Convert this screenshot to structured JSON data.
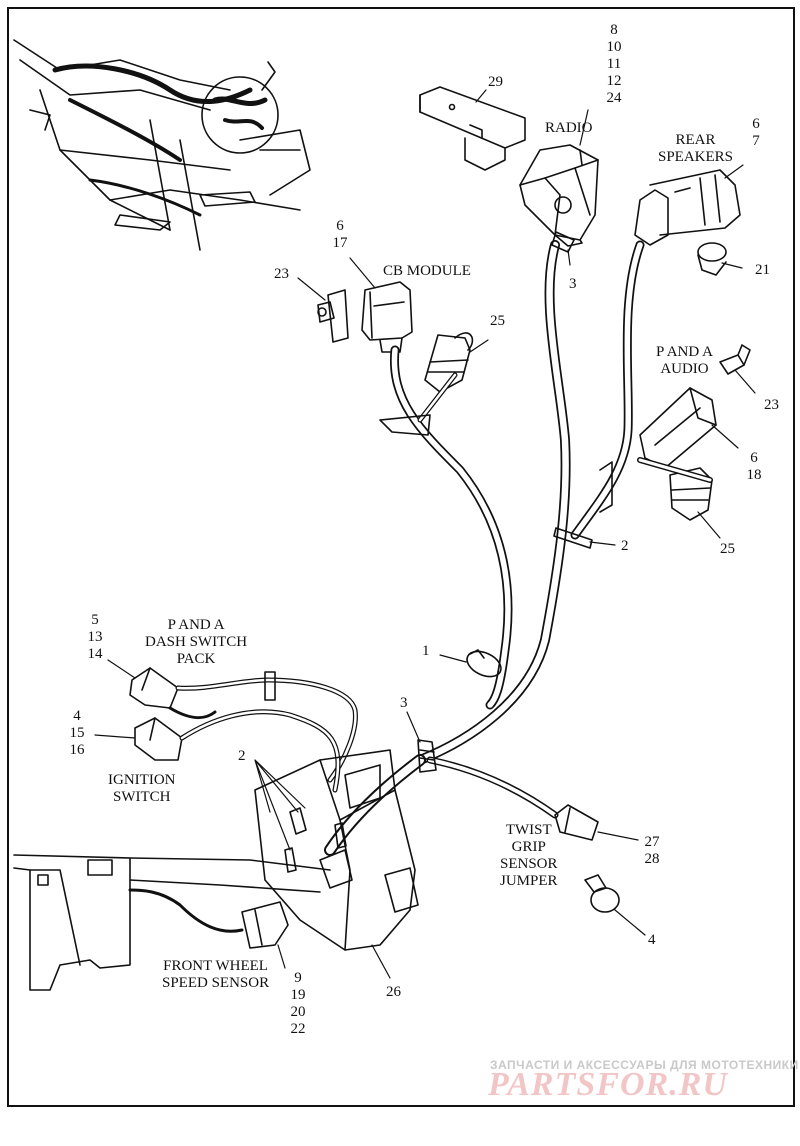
{
  "labels": {
    "radio": "RADIO",
    "rear_speakers": [
      "REAR",
      "SPEAKERS"
    ],
    "cb_module": "CB MODULE",
    "p_and_a_audio": [
      "P AND A",
      "AUDIO"
    ],
    "dash_switch": [
      "P AND A",
      "DASH SWITCH",
      "PACK"
    ],
    "ignition_switch": [
      "IGNITION",
      "SWITCH"
    ],
    "twist_grip": [
      "TWIST",
      "GRIP",
      "SENSOR",
      "JUMPER"
    ],
    "front_wheel": [
      "FRONT WHEEL",
      "SPEED SENSOR"
    ]
  },
  "callouts": {
    "radio_group": [
      "8",
      "10",
      "11",
      "12",
      "24"
    ],
    "item_29": "29",
    "rear_speaker_group": [
      "6",
      "7"
    ],
    "item_21": "21",
    "item_3_top": "3",
    "cb_group": [
      "6",
      "17"
    ],
    "item_23_left": "23",
    "item_25_top": "25",
    "item_23_right": "23",
    "audio_group": [
      "6",
      "18"
    ],
    "item_2_right": "2",
    "item_25_right": "25",
    "dash_group": [
      "5",
      "13",
      "14"
    ],
    "ignition_group": [
      "4",
      "15",
      "16"
    ],
    "item_1": "1",
    "item_3_mid": "3",
    "item_2_left": "2",
    "twist_group": [
      "27",
      "28"
    ],
    "item_4_right": "4",
    "item_26": "26",
    "front_wheel_group": [
      "9",
      "19",
      "20",
      "22"
    ]
  },
  "watermark": {
    "line1": "ЗАПЧАСТИ И АКСЕССУАРЫ ДЛЯ МОТОТЕХНИКИ",
    "line2": "PARTSFOR.RU"
  }
}
